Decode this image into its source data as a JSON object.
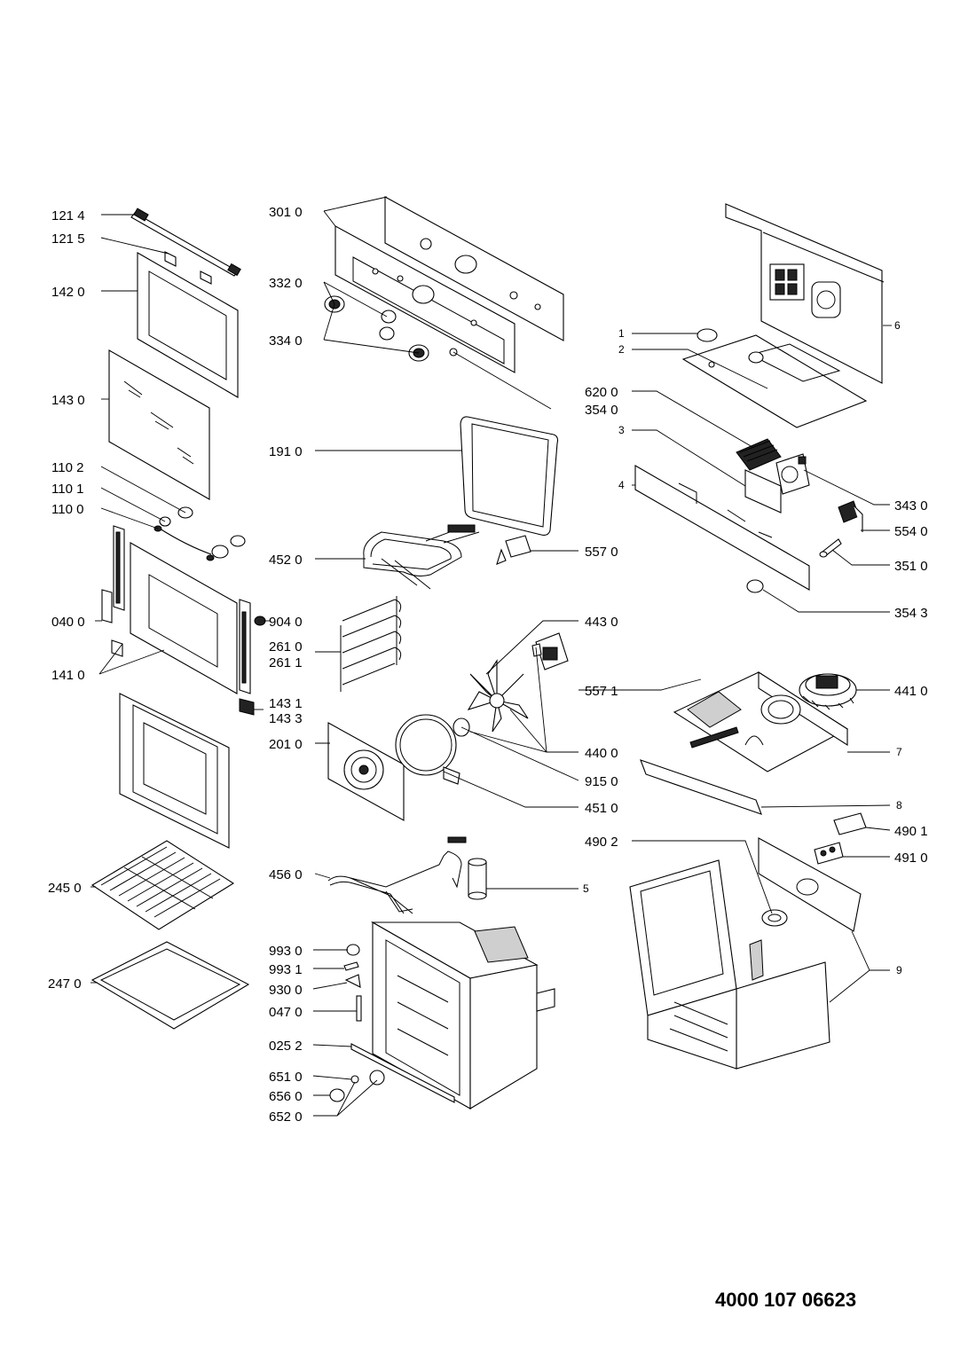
{
  "document_number": "4000 107 06623",
  "labels": {
    "l1214": "121 4",
    "l1215": "121 5",
    "l1420": "142 0",
    "l1430": "143 0",
    "l1102": "110 2",
    "l1101": "110 1",
    "l1100": "110 0",
    "l0400": "040 0",
    "l1410": "141 0",
    "l2450": "245 0",
    "l2470": "247 0",
    "l3010": "301 0",
    "l3320": "332 0",
    "l3340": "334 0",
    "l3540": "354 0",
    "l1910": "191 0",
    "l4520": "452 0",
    "l5570": "557 0",
    "l9040": "904 0",
    "l2610": "261 0",
    "l2611": "261 1",
    "l1431": "143 1",
    "l1433": "143 3",
    "l4430": "443 0",
    "l2010": "201 0",
    "l5571": "557 1",
    "l4400": "440 0",
    "l9150": "915 0",
    "l4510": "451 0",
    "l4560": "456 0",
    "l5": "5",
    "l9930": "993 0",
    "l9931": "993 1",
    "l9300": "930 0",
    "l0470": "047 0",
    "l0252": "025 2",
    "l6510": "651 0",
    "l6560": "656 0",
    "l6520": "652 0",
    "l1": "1",
    "l2": "2",
    "l6": "6",
    "l6200": "620 0",
    "l3": "3",
    "l4": "4",
    "l3430": "343 0",
    "l5540": "554 0",
    "l3510": "351 0",
    "l3543": "354 3",
    "l4410": "441 0",
    "l7": "7",
    "l8": "8",
    "l4901": "490 1",
    "l4902": "490 2",
    "l4910": "491 0",
    "l9": "9"
  }
}
